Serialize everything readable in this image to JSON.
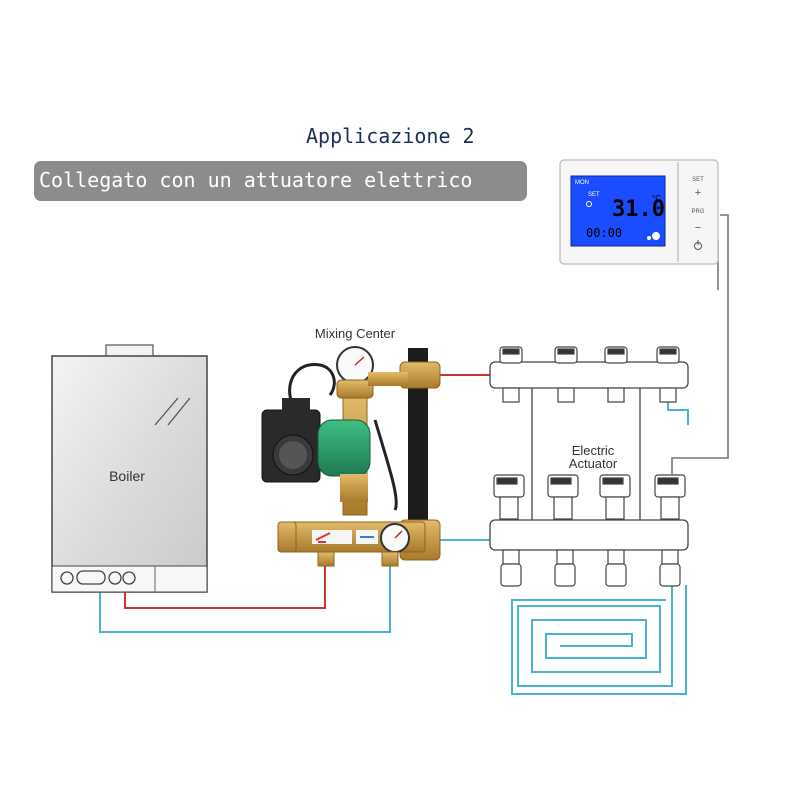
{
  "title": "Applicazione 2",
  "subtitle": "Collegato con un attuatore elettrico",
  "labels": {
    "mixing_center": "Mixing Center",
    "boiler": "Boiler",
    "electric_actuator_line1": "Electric",
    "electric_actuator_line2": "Actuator"
  },
  "thermostat": {
    "mode": "MON",
    "set_indicator": "SET",
    "temperature": "31.0",
    "unit": "°C",
    "clock": "00:00",
    "buttons": {
      "set": "SET",
      "plus": "+",
      "prog": "PRG",
      "minus": "−"
    }
  },
  "colors": {
    "hot_pipe": "#cc3333",
    "cold_pipe": "#4ab3d4",
    "wire": "#777777",
    "lcd": "#1a4dff",
    "title": "#1d2f5c",
    "banner": "#8c8c8c",
    "pump": "#2f9c6a",
    "brass": "#c89a45"
  },
  "icons": [
    "power-icon",
    "sun-icon",
    "fan-icon",
    "pressure-gauge-icon",
    "temperature-gauge-icon"
  ]
}
